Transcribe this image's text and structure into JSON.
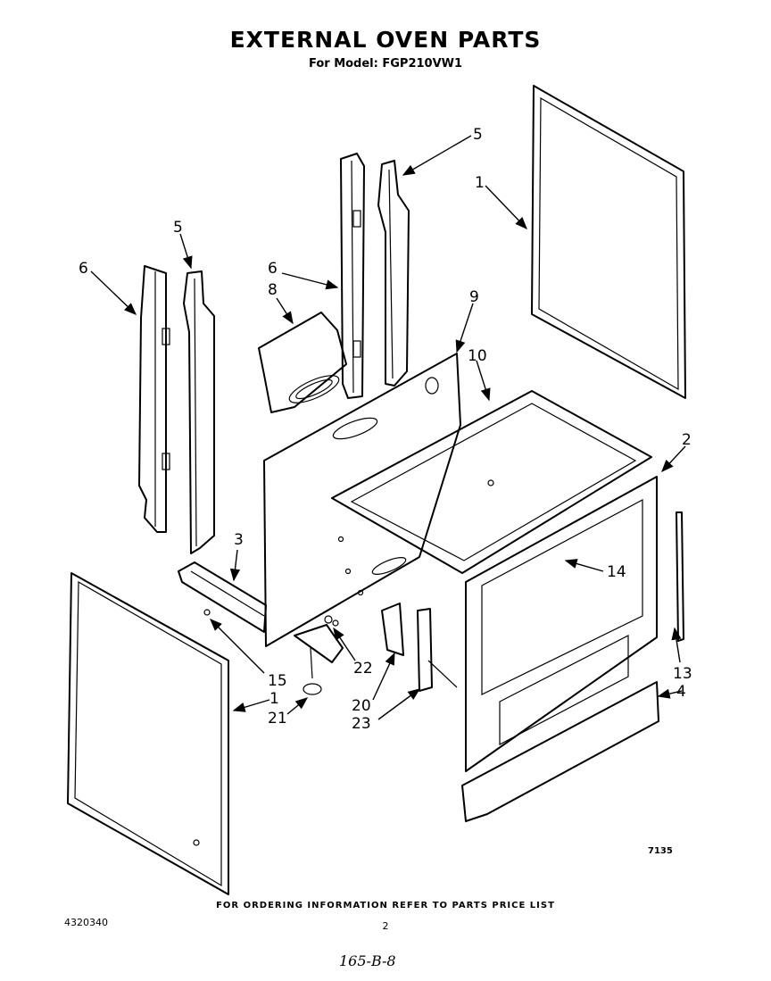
{
  "title": "EXTERNAL OVEN PARTS",
  "subtitle": "For Model: FGP210VW1",
  "callouts": [
    "1",
    "1",
    "2",
    "3",
    "4",
    "5",
    "5",
    "6",
    "6",
    "8",
    "9",
    "10",
    "13",
    "14",
    "15",
    "20",
    "21",
    "22",
    "23"
  ],
  "drawing_ref": "7135",
  "footer_note": "FOR ORDERING INFORMATION REFER TO PARTS PRICE LIST",
  "part_number": "4320340",
  "page_number": "2",
  "handwritten_note": "165-B-8"
}
